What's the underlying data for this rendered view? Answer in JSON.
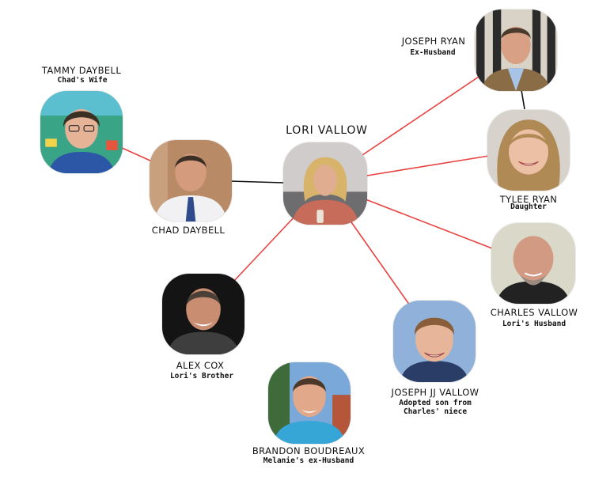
{
  "diagram": {
    "center": {
      "name": "LORI VALLOW"
    },
    "people": {
      "joseph_ryan": {
        "name": "JOSEPH RYAN",
        "relation": "Ex-Husband"
      },
      "tammy_daybell": {
        "name": "TAMMY DAYBELL",
        "relation": "Chad's Wife"
      },
      "chad_daybell": {
        "name": "CHAD DAYBELL"
      },
      "tylee_ryan": {
        "name": "TYLEE RYAN",
        "relation": "Daughter"
      },
      "charles_vallow": {
        "name": "CHARLES VALLOW",
        "relation": "Lori's Husband"
      },
      "alex_cox": {
        "name": "ALEX COX",
        "relation": "Lori's Brother"
      },
      "joseph_jj_vallow": {
        "name": "JOSEPH JJ VALLOW",
        "relation_line1": "Adopted son from",
        "relation_line2": "Charles' niece"
      },
      "brandon_boudreaux": {
        "name": "BRANDON BOUDREAUX",
        "relation": "Melanie's ex-Husband"
      }
    },
    "colors": {
      "edge_red": "#e8413f",
      "edge_black": "#111111"
    },
    "icons": [
      "person-photo-icon"
    ]
  }
}
